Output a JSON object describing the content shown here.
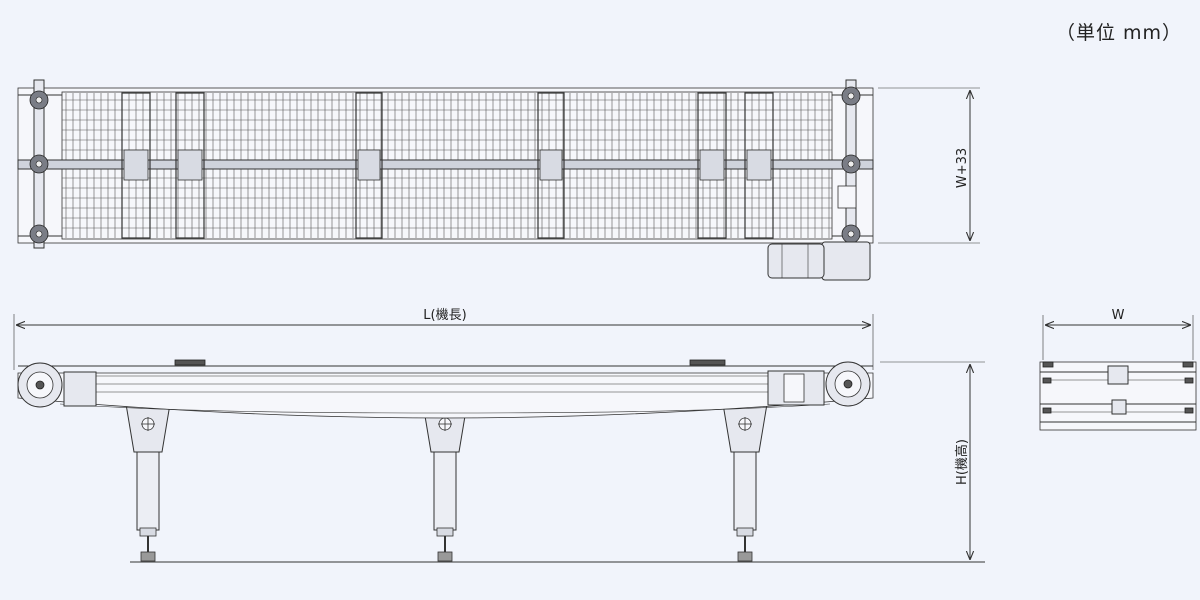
{
  "unit_label": "（単位 mm）",
  "dimensions": {
    "length": "L(機長)",
    "height": "H(機高)",
    "width": "W",
    "width_plus": "W+33"
  },
  "colors": {
    "background": "#f1f4fb",
    "line": "#333333"
  }
}
